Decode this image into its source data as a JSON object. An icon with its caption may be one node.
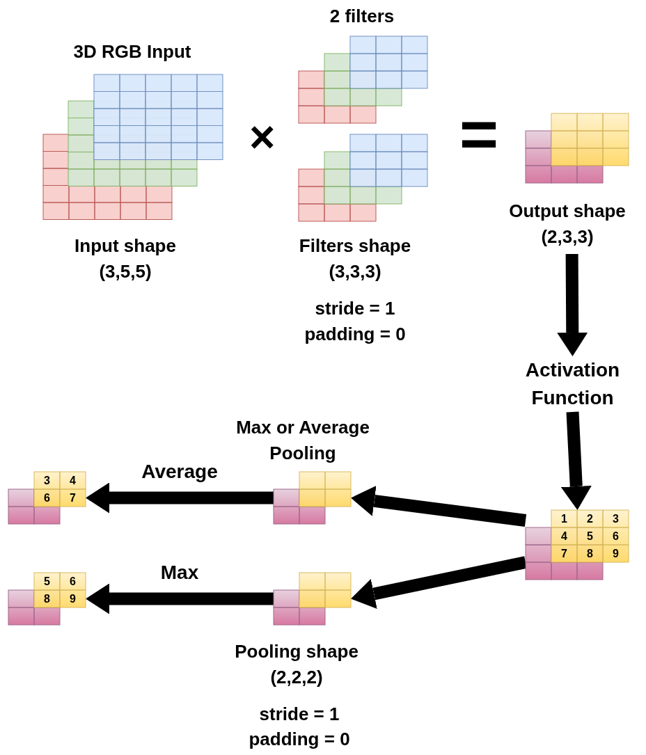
{
  "diagram": {
    "nodes": [
      {
        "text": [
          "3D RGB Input",
          "Input shape (3,5,5)"
        ]
      },
      {
        "text": [
          "2 filters",
          "Filters shape (3,3,3)"
        ],
        "beside": [
          "stride = 1 padding = 0"
        ]
      },
      {
        "text": [],
        "shape": "grid",
        "in": 1
      },
      {
        "text": [],
        "shape": "grid",
        "in": 1
      },
      {
        "text": [
          "Output shape (2,3,3)"
        ]
      },
      {
        "text": [
          "Activation Function"
        ]
      },
      {
        "text": [
          "1",
          "2",
          "3",
          "4",
          "5",
          "6",
          "7",
          "8",
          "9"
        ]
      },
      {
        "text": [],
        "shape": "grid",
        "beside": [
          "Max or Average Pooling"
        ]
      },
      {
        "text": [],
        "shape": "grid",
        "beside": [
          "Pooling shape (2,2,2)",
          "stride = 1 padding = 0"
        ]
      },
      {
        "text": [
          "3",
          "4",
          "6",
          "7"
        ]
      },
      {
        "text": [
          "5",
          "6",
          "8",
          "9"
        ]
      }
    ],
    "edges": [
      {
        "from": 4,
        "to": 5,
        "arrow": "to"
      },
      {
        "from": 5,
        "to": 6,
        "arrow": "to"
      },
      {
        "from": 6,
        "to": 7,
        "arrow": "to"
      },
      {
        "from": 6,
        "to": 8,
        "arrow": "to"
      },
      {
        "from": 7,
        "to": 9,
        "arrow": "to",
        "label": "Average"
      },
      {
        "from": 8,
        "to": 10,
        "arrow": "to",
        "label": "Max"
      }
    ],
    "labels": [
      "×",
      "="
    ]
  }
}
